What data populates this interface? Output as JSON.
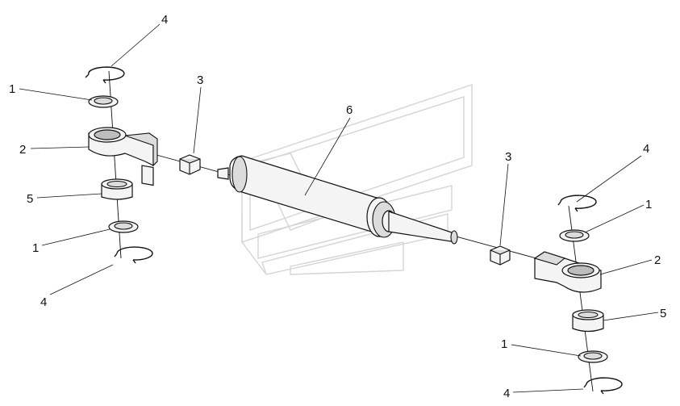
{
  "callouts": {
    "tl_4": "4",
    "tl_1": "1",
    "tl_2": "2",
    "tl_5": "5",
    "tl_1b": "1",
    "tl_4b": "4",
    "c_3a": "3",
    "c_6": "6",
    "c_3b": "3",
    "br_4": "4",
    "br_1": "1",
    "br_2": "2",
    "br_5": "5",
    "br_1b": "1",
    "br_4b": "4"
  }
}
